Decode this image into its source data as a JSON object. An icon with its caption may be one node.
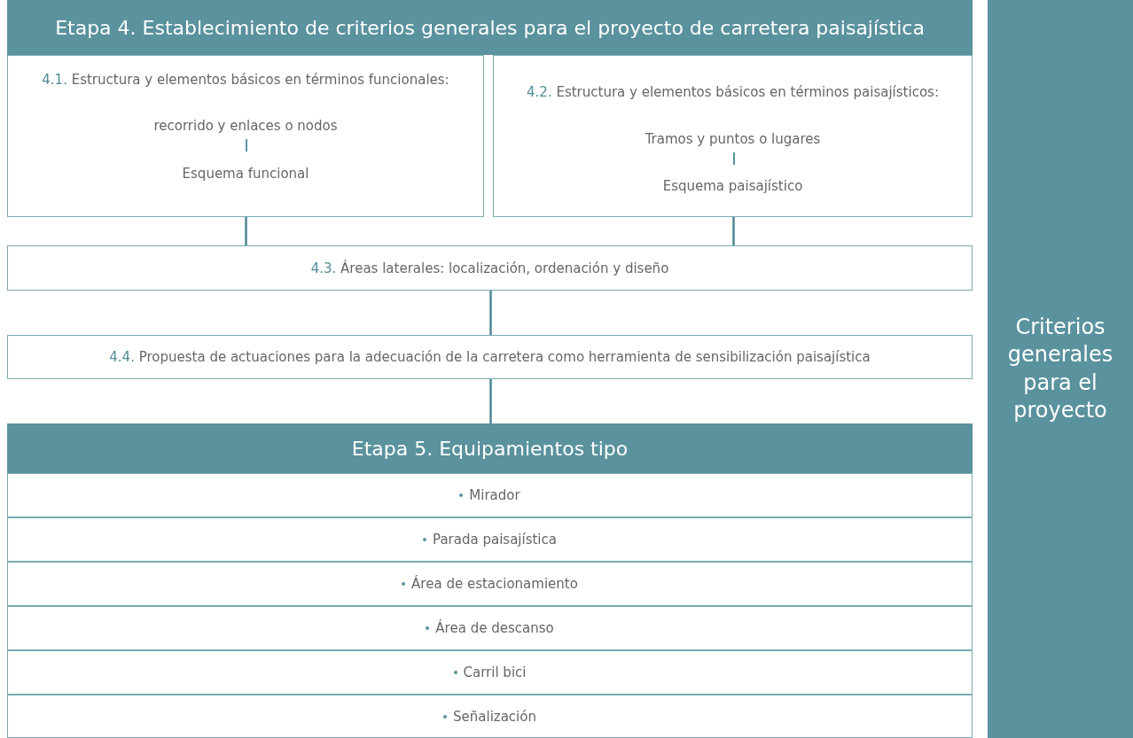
{
  "diagram": {
    "nodes": [
      {
        "text": [
          "Etapa 4. Establecimiento de criterios generales para el proyecto de carretera paisajística"
        ]
      },
      {
        "text": [
          "4.1.",
          "Estructura y elementos básicos en términos funcionales:",
          "recorrido y enlaces o nodos",
          "Esquema funcional"
        ]
      },
      {
        "text": [
          "4.2.",
          "Estructura y elementos básicos en términos paisajísticos:",
          "Tramos y puntos o lugares",
          "Esquema paisajístico"
        ]
      },
      {
        "text": [
          "4.3.",
          "Áreas laterales: localización, ordenación y diseño"
        ]
      },
      {
        "text": [
          "4.4.",
          "Propuesta de actuaciones para la adecuación de la carretera como herramienta de sensibilización paisajística"
        ]
      },
      {
        "text": [
          "Etapa 5. Equipamientos tipo"
        ]
      },
      {
        "text": [
          "Mirador"
        ]
      },
      {
        "text": [
          "Parada paisajística"
        ]
      },
      {
        "text": [
          "Área de estacionamiento"
        ]
      },
      {
        "text": [
          "Área de descanso"
        ]
      },
      {
        "text": [
          "Carril bici"
        ]
      },
      {
        "text": [
          "Señalización"
        ]
      },
      {
        "text": [
          "Criterios generales para el proyecto"
        ]
      }
    ],
    "edges": [
      {
        "from": 1,
        "to": 3,
        "arrow": "none"
      },
      {
        "from": 2,
        "to": 3,
        "arrow": "none"
      },
      {
        "from": 3,
        "to": 4,
        "arrow": "none"
      },
      {
        "from": 4,
        "to": 5,
        "arrow": "none"
      }
    ]
  }
}
